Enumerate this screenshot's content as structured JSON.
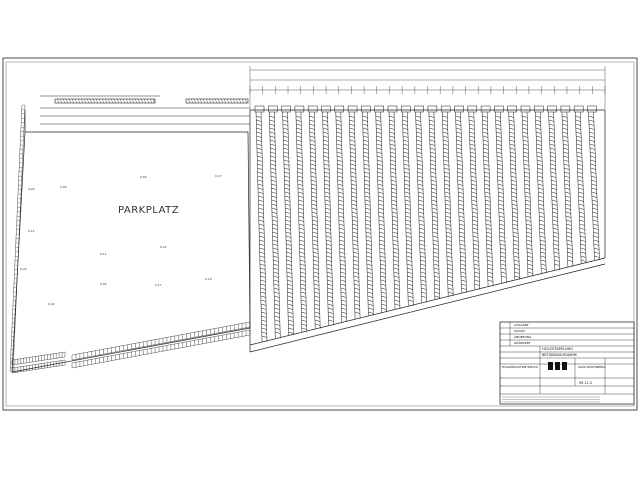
{
  "parking_label": "PARKPLATZ",
  "title_block": {
    "rows": [
      "AUSGABE",
      "DATUM",
      "ÄNDERUNG",
      "GEÄNDERT"
    ],
    "project": "HOLZSTAPELUNG",
    "subtitle": "BESTANDSAUFNAHME",
    "company": "HOLZINDUSTRIE BRUCK",
    "location": "9400 WOLFSBERG",
    "date_stamp": "99-11-2"
  },
  "dimension_labels": [
    "0,02",
    "0,04",
    "0,17",
    "0,25",
    "0,11",
    "0,22",
    "0,10"
  ],
  "colors": {
    "line": "#1a1a1a",
    "paper": "#ffffff",
    "border": "#222222"
  }
}
